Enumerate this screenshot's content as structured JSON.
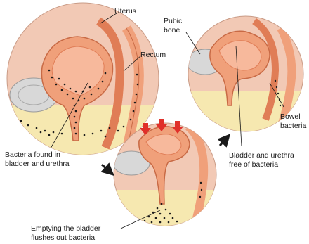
{
  "labels": {
    "uterus": "Uterus",
    "rectum": "Rectum",
    "pubic_bone": "Pubic\nbone",
    "bowel_bacteria": "Bowel\nbacteria",
    "bacteria_found": "Bacteria found in\nbladder and urethra",
    "bladder_free": "Bladder and urethra\nfree of bacteria",
    "emptying": "Emptying the bladder\nflushes out bacteria"
  },
  "colors": {
    "circle_bg": "#f2c9b5",
    "tissue": "#f0a07a",
    "tissue_dark": "#e07d56",
    "bladder_fill": "#f7b99c",
    "bone": "#d8d8d8",
    "fat": "#f6e8b0",
    "bacteria": "#1a1a1a",
    "arrow_red": "#e0302a"
  },
  "icons": [
    "arrow-icon",
    "red-pressure-arrow-icon"
  ]
}
